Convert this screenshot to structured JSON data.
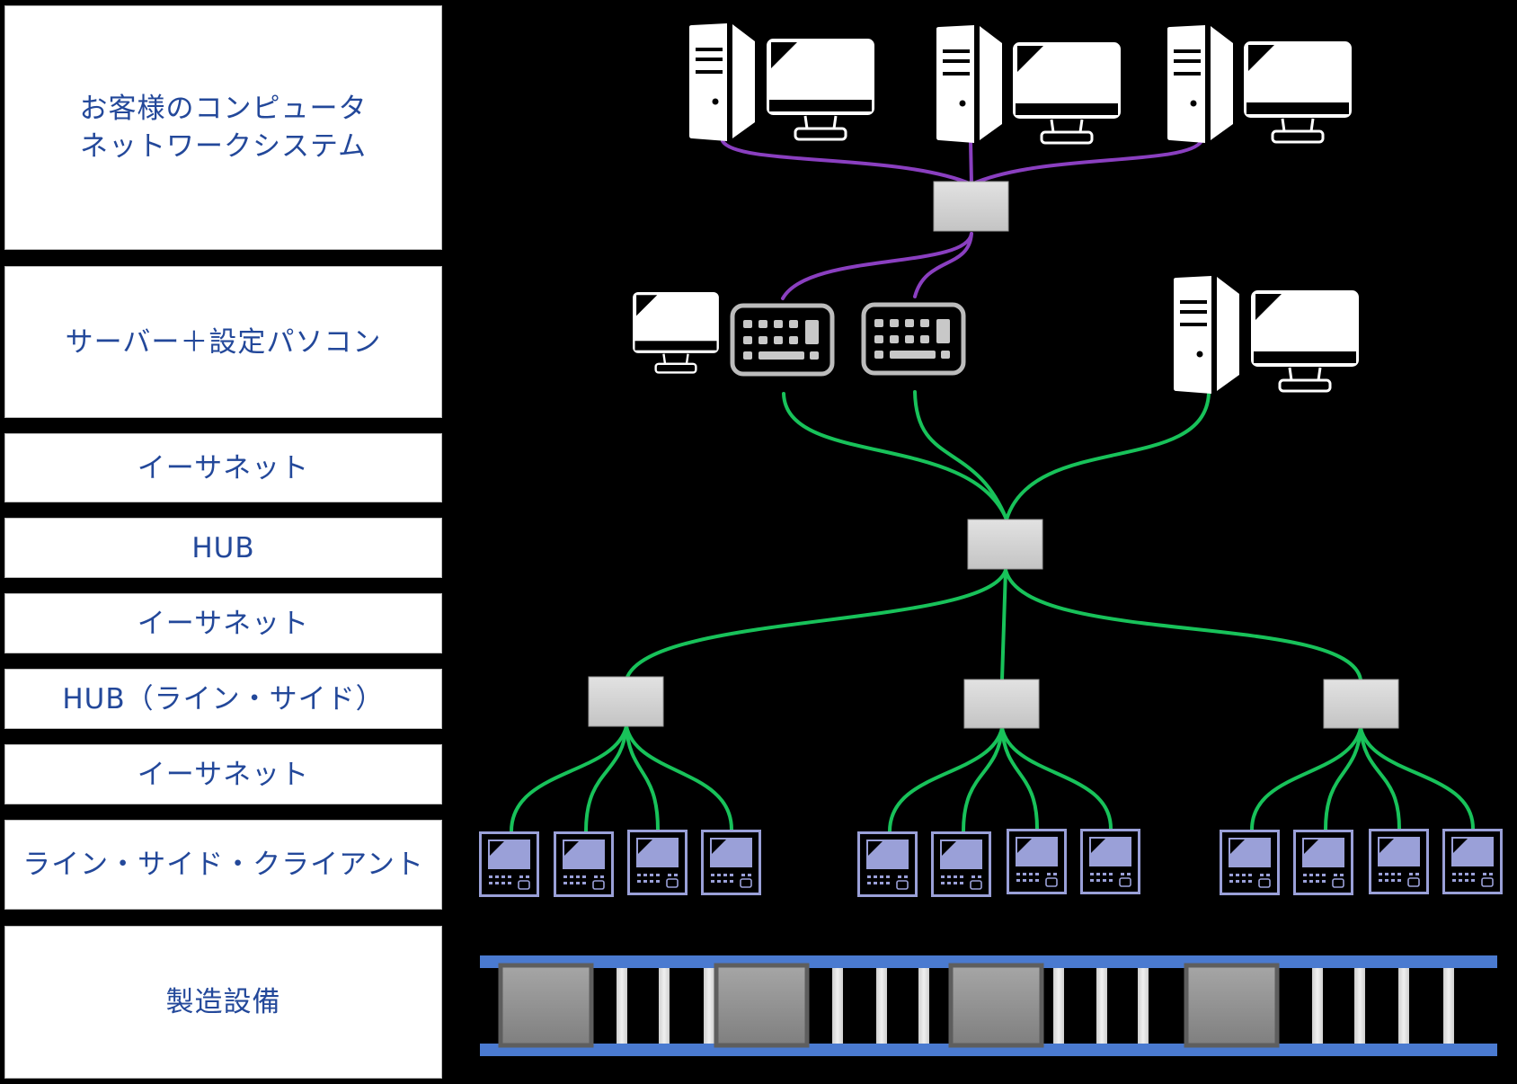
{
  "colors": {
    "background": "#000000",
    "label_text": "#23489a",
    "label_box": "#ffffff",
    "upper_network_cable": "#8a3fc0",
    "lower_network_cable": "#18c25a",
    "hub_fill": "#cfcfcf",
    "client_terminal": "#9aa0d8",
    "conveyor_rail": "#4a7ad0",
    "conveyor_roller": "#dcdcdc",
    "conveyor_block": "#8e8e8e"
  },
  "layers": [
    {
      "id": "customer-network",
      "label": "お客様のコンピュータ\nネットワークシステム"
    },
    {
      "id": "server-pc",
      "label": "サーバー＋設定パソコン"
    },
    {
      "id": "ethernet-1",
      "label": "イーサネット"
    },
    {
      "id": "hub",
      "label": "HUB"
    },
    {
      "id": "ethernet-2",
      "label": "イーサネット"
    },
    {
      "id": "hub-line-side",
      "label": "HUB（ライン・サイド）"
    },
    {
      "id": "ethernet-3",
      "label": "イーサネット"
    },
    {
      "id": "line-side-client",
      "label": "ライン・サイド・クライアント"
    },
    {
      "id": "manufacturing-equipment",
      "label": "製造設備"
    }
  ],
  "diagram": {
    "customer_workstations": 3,
    "server_row": [
      "monitor",
      "keyboard",
      "keyboard",
      "server-workstation"
    ],
    "line_side_hubs": 3,
    "clients_per_hub": 4,
    "conveyor_workpieces": 4
  }
}
